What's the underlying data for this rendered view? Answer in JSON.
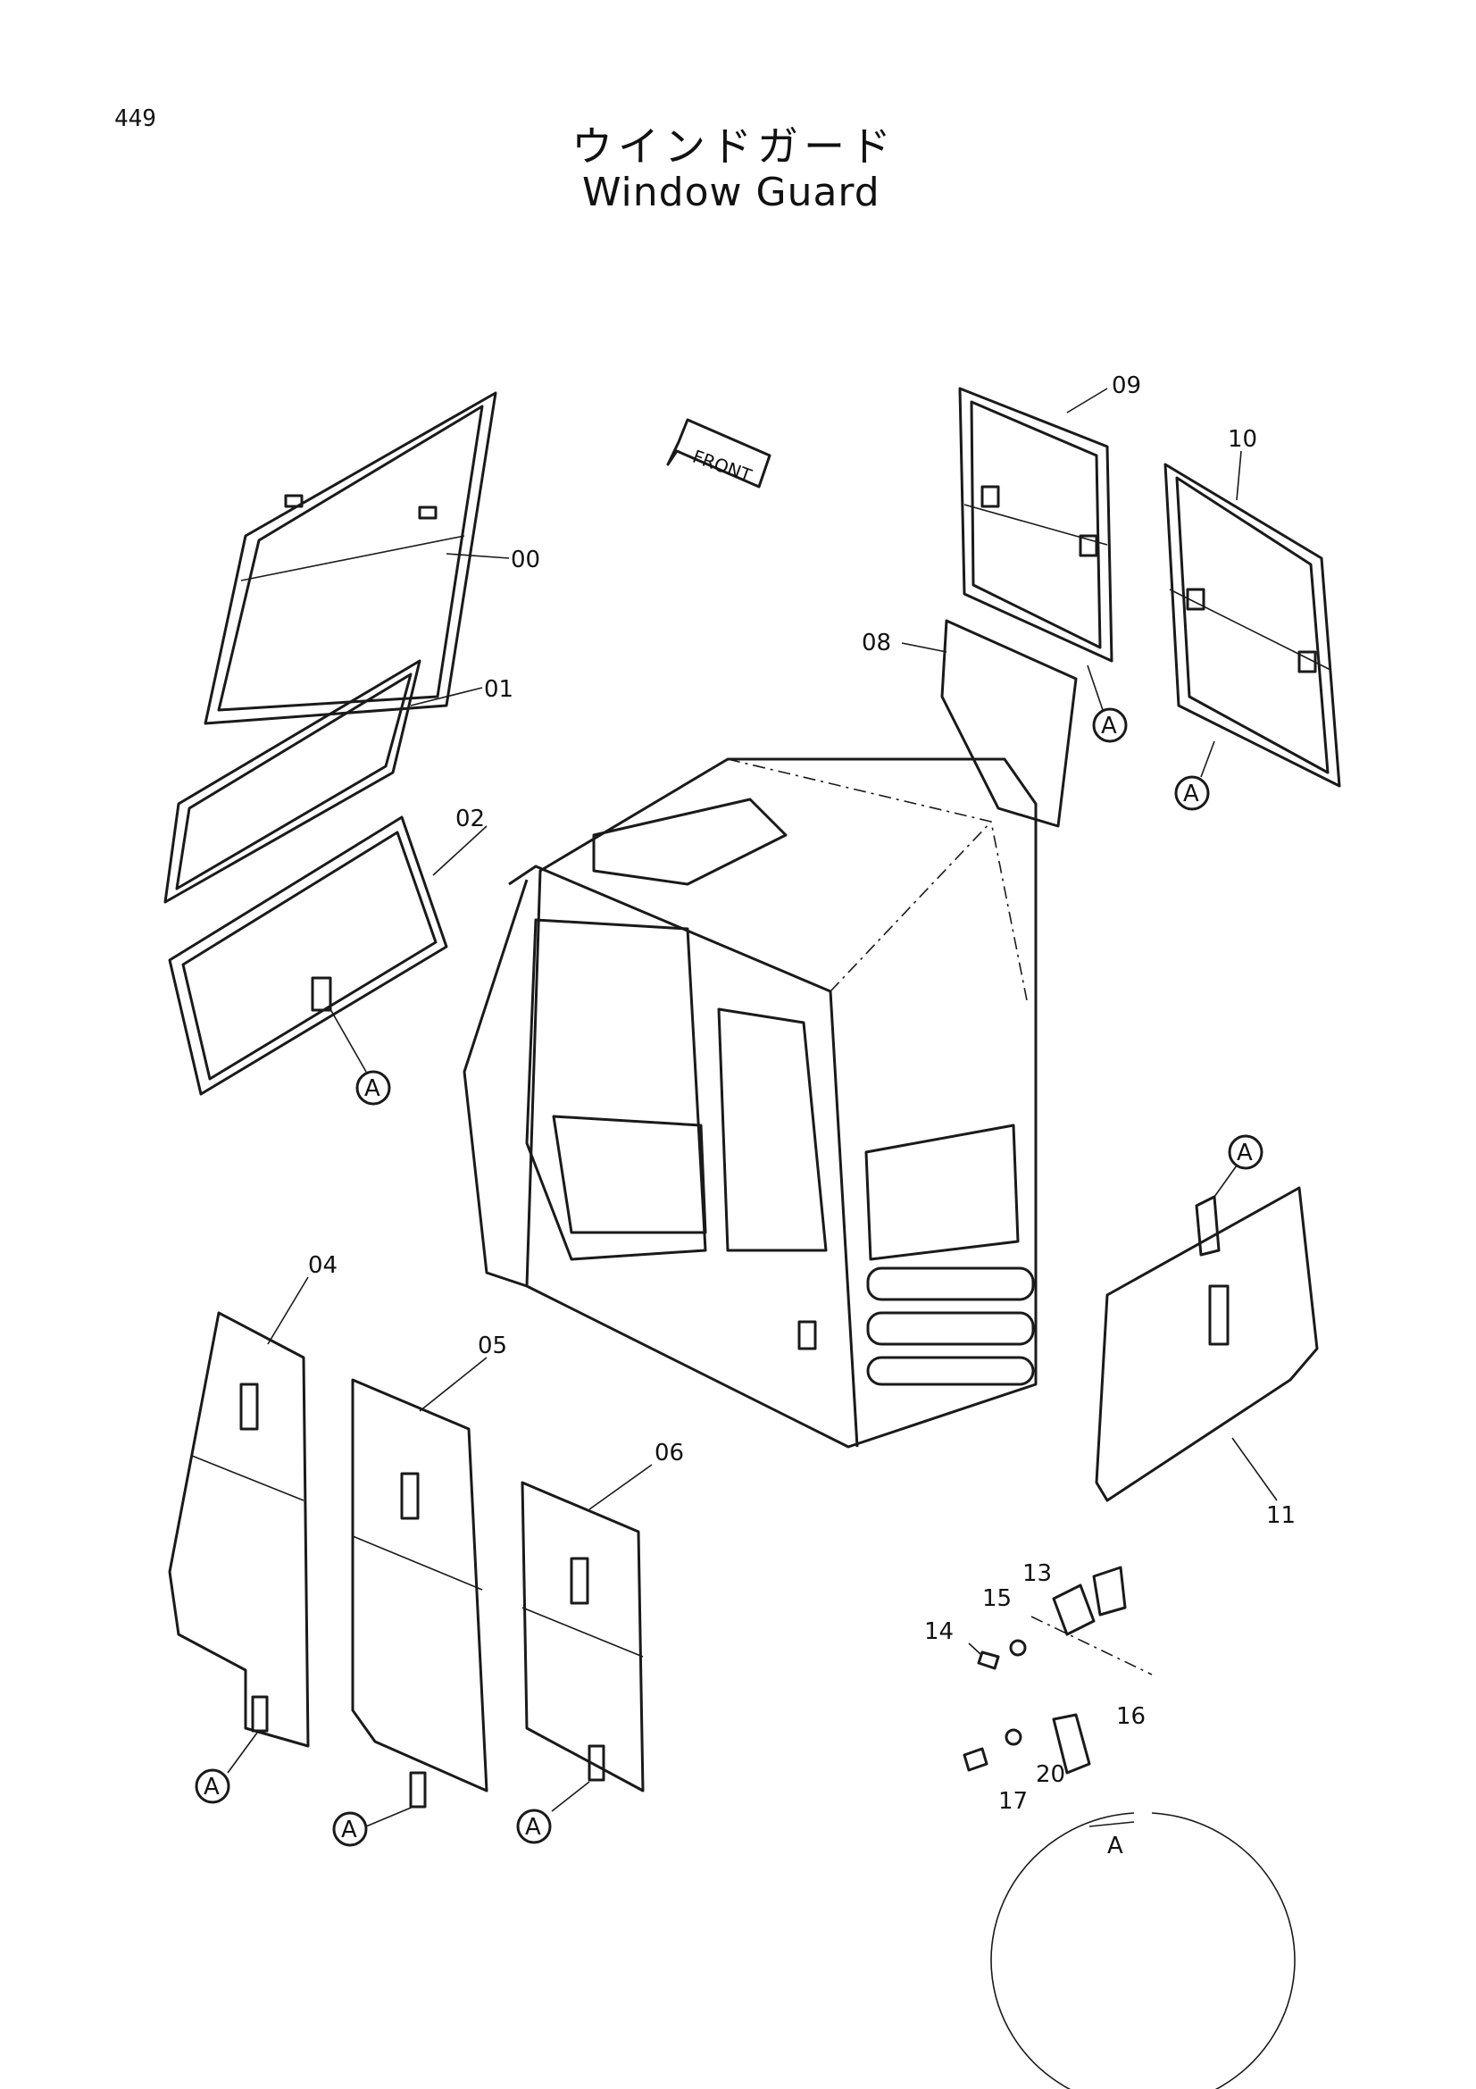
{
  "page_number": "449",
  "title_japanese": "ウインドガード",
  "title_english": "Window Guard",
  "front_arrow_label": "FRONT",
  "detail_marker": "A",
  "detail_view_label": "A",
  "part_numbers": {
    "p00": "00",
    "p01": "01",
    "p02": "02",
    "p04": "04",
    "p05": "05",
    "p06": "06",
    "p08": "08",
    "p09": "09",
    "p10": "10",
    "p11": "11",
    "p13": "13",
    "p14": "14",
    "p15": "15",
    "p16": "16",
    "p17": "17",
    "p20": "20"
  }
}
